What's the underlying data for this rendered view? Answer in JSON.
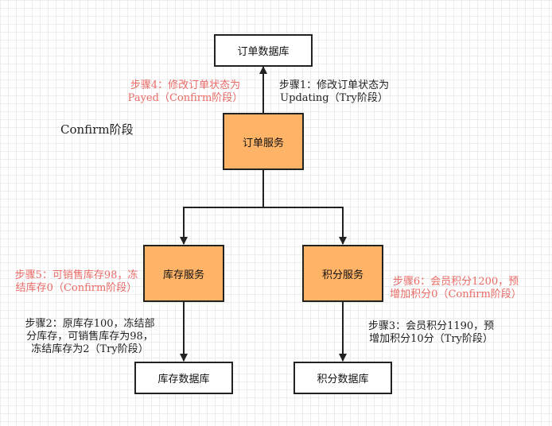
{
  "phase_label": "Confirm阶段",
  "nodes": {
    "order_db": "订单数据库",
    "order_service": "订单服务",
    "inventory_service": "库存服务",
    "points_service": "积分服务",
    "inventory_db": "库存数据库",
    "points_db": "积分数据库"
  },
  "notes": {
    "step1": [
      "步骤1：修改订单状态为",
      "Updating（Try阶段）"
    ],
    "step2": [
      "步骤2：原库存100，冻结部",
      "分库存，可销售库存为98，",
      "冻结库存为2（Try阶段）"
    ],
    "step3": [
      "步骤3：会员积分1190，预",
      "增加积分10分（Try阶段）"
    ],
    "step4": [
      "步骤4：修改订单状态为",
      "Payed（Confirm阶段）"
    ],
    "step5": [
      "步骤5：可销售库存98，冻",
      "结库存0（Confirm阶段）"
    ],
    "step6": [
      "步骤6：会员积分1200，预",
      "增加积分0（Confirm阶段）"
    ]
  },
  "colors": {
    "service_fill": "#ffb366",
    "confirm_text": "#ea6b66",
    "try_text": "#222222"
  }
}
